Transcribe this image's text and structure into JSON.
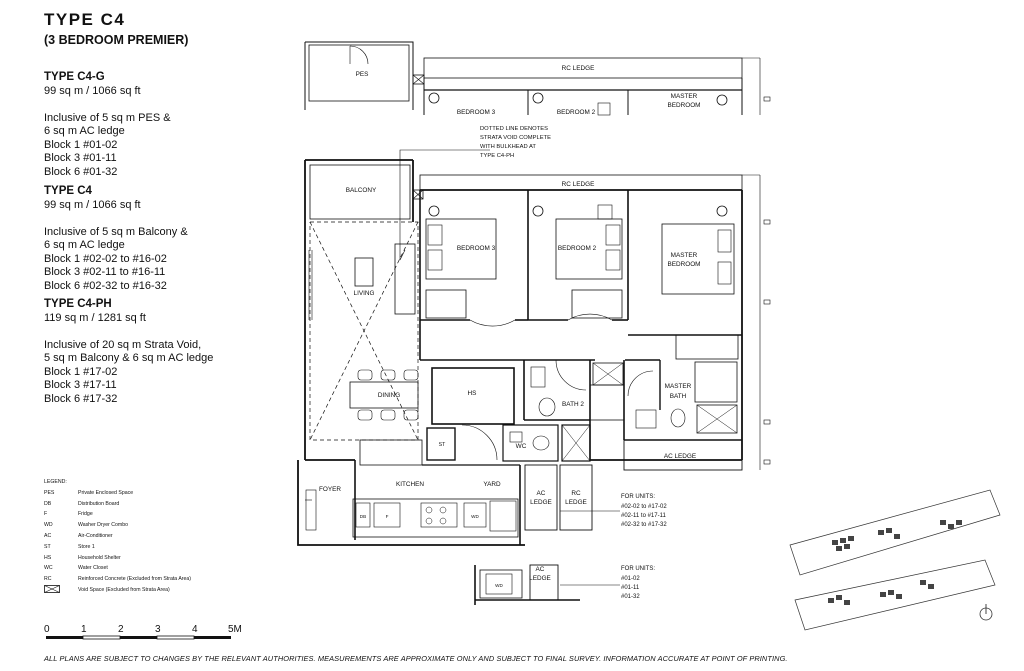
{
  "header": {
    "title": "TYPE  C4",
    "subtitle": "(3 BEDROOM PREMIER)"
  },
  "types": [
    {
      "name": "TYPE C4-G",
      "area": "99 sq m / 1066 sq ft",
      "lines": [
        "Inclusive of 5 sq m PES &",
        "6 sq m AC ledge",
        "Block 1 #01-02",
        "Block 3 #01-11",
        "Block 6 #01-32"
      ]
    },
    {
      "name": "TYPE C4",
      "area": "99 sq m / 1066 sq ft",
      "lines": [
        "Inclusive of 5 sq m Balcony &",
        "6 sq m AC ledge",
        "Block 1 #02-02 to #16-02",
        "Block 3 #02-11 to #16-11",
        "Block 6 #02-32 to #16-32"
      ]
    },
    {
      "name": "TYPE C4-PH",
      "area": "119 sq m / 1281 sq ft",
      "lines": [
        "Inclusive of 20 sq m Strata Void,",
        "5 sq m Balcony & 6 sq m AC ledge",
        "Block 1 #17-02",
        "Block 3 #17-11",
        "Block 6 #17-32"
      ]
    }
  ],
  "legend": {
    "title": "LEGEND:",
    "items": [
      {
        "key": "PES",
        "desc": "Private Enclosed Space"
      },
      {
        "key": "DB",
        "desc": "Distribution Board"
      },
      {
        "key": "F",
        "desc": "Fridge"
      },
      {
        "key": "WD",
        "desc": "Washer Dryer Combo"
      },
      {
        "key": "AC",
        "desc": "Air-Conditioner"
      },
      {
        "key": "ST",
        "desc": "Store 1"
      },
      {
        "key": "HS",
        "desc": "Household Shelter"
      },
      {
        "key": "WC",
        "desc": "Water Closet"
      },
      {
        "key": "RC",
        "desc": "Reinforced Concrete (Excluded from Strata Area)"
      },
      {
        "key": "",
        "desc": "Void Space (Excluded from Strata Area)"
      }
    ]
  },
  "scale": {
    "ticks": [
      "0",
      "1",
      "2",
      "3",
      "4",
      "5M"
    ]
  },
  "disclaimer": "ALL PLANS ARE SUBJECT TO CHANGES BY THE RELEVANT AUTHORITIES. MEASUREMENTS ARE APPROXIMATE ONLY AND SUBJECT TO FINAL SURVEY. INFORMATION ACCURATE AT POINT OF PRINTING.",
  "plan": {
    "top_strip": {
      "pes": "PES",
      "rc_ledge": "RC LEDGE",
      "bedroom3": "BEDROOM 3",
      "bedroom2": "BEDROOM 2",
      "master_bedroom_line1": "MASTER",
      "master_bedroom_line2": "BEDROOM"
    },
    "note_lines": [
      "DOTTED LINE DENOTES",
      "STRATA VOID COMPLETE",
      "WITH BULKHEAD AT",
      "TYPE C4-PH"
    ],
    "rooms": {
      "rc_ledge": "RC LEDGE",
      "balcony": "BALCONY",
      "bedroom3": "BEDROOM 3",
      "bedroom2": "BEDROOM 2",
      "master_bedroom_line1": "MASTER",
      "master_bedroom_line2": "BEDROOM",
      "living": "LIVING",
      "dining": "DINING",
      "hs": "HS",
      "bath2": "BATH 2",
      "master_bath_line1": "MASTER",
      "master_bath_line2": "BATH",
      "st": "ST",
      "wc": "WC",
      "ac_ledge_right": "AC LEDGE",
      "foyer": "FOYER",
      "kitchen": "KITCHEN",
      "yard": "YARD",
      "ac_ledge_line1": "AC",
      "ac_ledge_line2": "LEDGE",
      "rc_ledge_line1": "RC",
      "rc_ledge_line2": "LEDGE",
      "db": "DB",
      "f": "F",
      "wd": "WD"
    },
    "units_note_1": {
      "title": "FOR UNITS:",
      "lines": [
        "#02-02 to #17-02",
        "#02-11 to #17-11",
        "#02-32 to #17-32"
      ]
    },
    "bottom_strip": {
      "wd": "WD",
      "ac_line1": "AC",
      "ac_line2": "LEDGE"
    },
    "units_note_2": {
      "title": "FOR UNITS:",
      "lines": [
        "#01-02",
        "#01-11",
        "#01-32"
      ]
    }
  }
}
